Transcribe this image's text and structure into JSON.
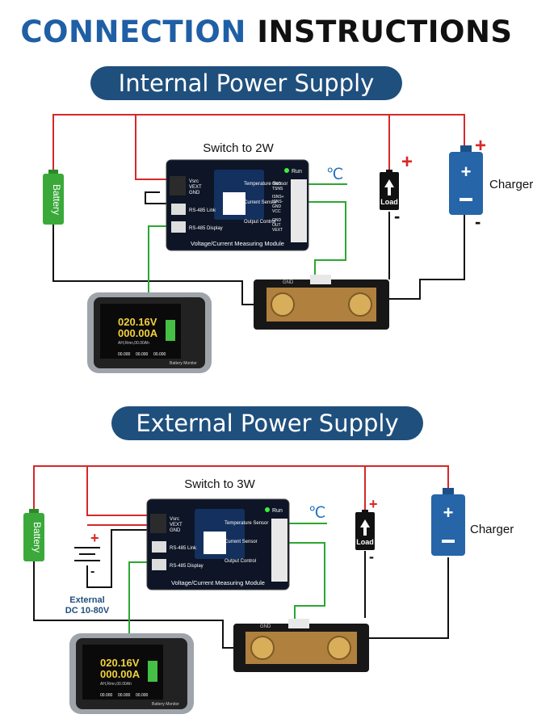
{
  "title": {
    "part1": "CONNECTION",
    "part2": "INSTRUCTIONS"
  },
  "sections": [
    {
      "heading": "Internal Power Supply",
      "switch_label": "Switch to 2W"
    },
    {
      "heading": "External Power Supply",
      "switch_label": "Switch to 3W",
      "ext_label_1": "External",
      "ext_label_2": "DC 10-80V"
    }
  ],
  "common": {
    "battery": "Battery",
    "load": "Load",
    "charger": "Charger",
    "temp_unit": "℃",
    "plus": "+",
    "minus": "-",
    "module_caption": "Voltage/Current Measuring Module",
    "run": "Run",
    "pins_left": [
      "Vsrc",
      "VEXT",
      "GND"
    ],
    "rs485_link": "RS-485\nLink",
    "rs485_display": "RS-485\nDisplay",
    "right_labels": [
      "Temperature\nSensor",
      "Current\nSensor",
      "Output\nControl"
    ],
    "right_pins": [
      "GND",
      "TSNS",
      "ISNS+",
      "ISNS-",
      "GND",
      "VCC",
      "GND",
      "OUT",
      "VEXT"
    ],
    "shunt_label": "GND",
    "display": {
      "voltage": "020.16V",
      "current": "000.00A",
      "line1": "AH,Rmn,00.00Ah",
      "bottom": [
        "00.000",
        "00.000",
        "00.000"
      ],
      "footer": "Battery Monitor"
    }
  },
  "colors": {
    "title_blue": "#1f5fa5",
    "pill_bg": "#1f4f7d",
    "wire_red": "#d62828",
    "wire_black": "#111111",
    "wire_green": "#2aa830",
    "battery_green": "#3aa93a",
    "charger_blue": "#2565a8"
  }
}
